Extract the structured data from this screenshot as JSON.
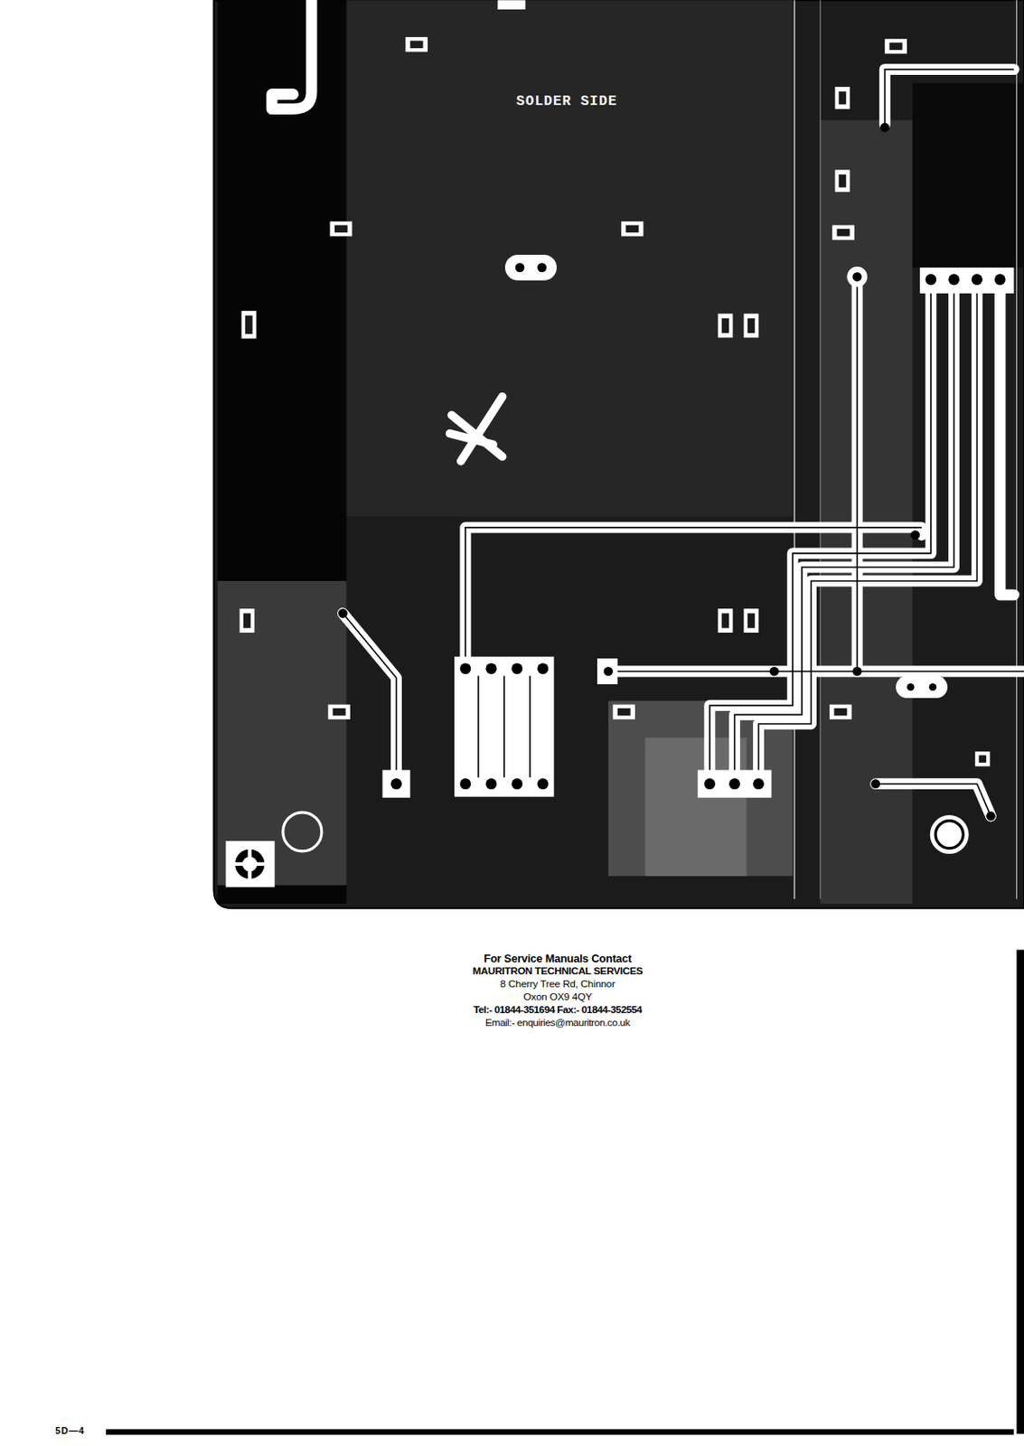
{
  "diagram": {
    "labels": [
      "SOLDER SIDE",
      "For Service Manuals Contact",
      "MAURITRON TECHNICAL SERVICES",
      "8 Cherry Tree Rd, Chinnor",
      "Oxon OX9 4QY",
      "Tel:- 01844-351694 Fax:- 01844-352554",
      "Email:- enquiries@mauritron.co.uk",
      "5D—4"
    ]
  }
}
